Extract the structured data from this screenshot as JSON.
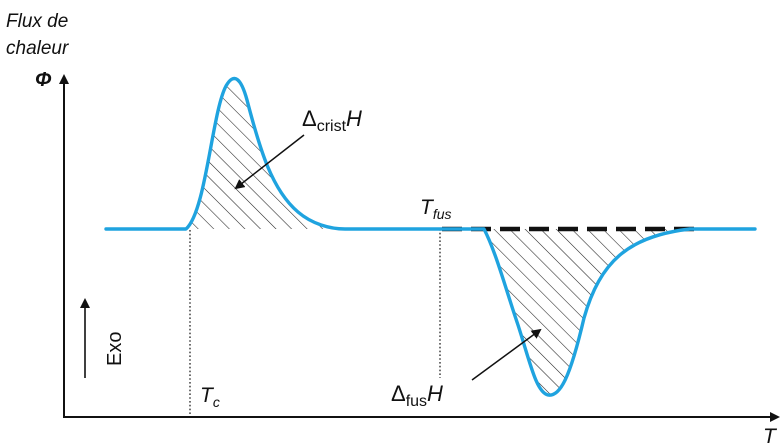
{
  "diagram": {
    "y_title_line1": "Flux de",
    "y_title_line2": "chaleur",
    "y_symbol": "Φ",
    "x_symbol": "T",
    "exo_label": "Exo",
    "crystallization": {
      "delta": "Δ",
      "sub": "crist",
      "h": "H"
    },
    "fusion": {
      "delta": "Δ",
      "sub": "fus",
      "h": "H"
    },
    "tc": {
      "t": "T",
      "sub": "c"
    },
    "tfus": {
      "t": "T",
      "sub": "fus"
    },
    "colors": {
      "curve": "#1fa3df",
      "axis": "#111111",
      "hatch": "#222222"
    }
  }
}
